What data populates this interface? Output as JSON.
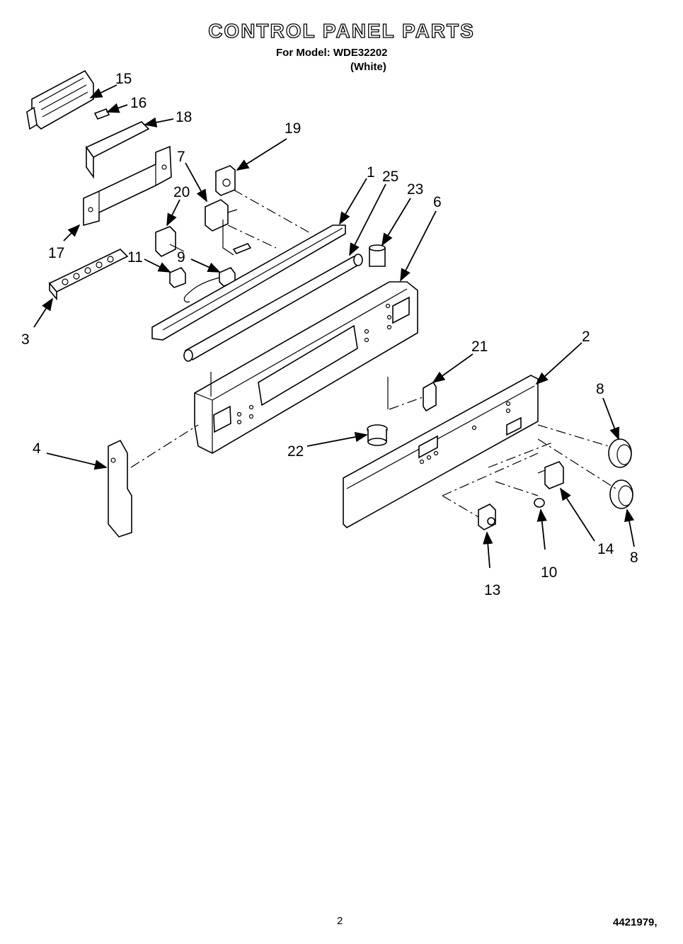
{
  "header": {
    "title": "CONTROL PANEL PARTS",
    "model_line": "For Model: WDE32202",
    "variant": "(White)"
  },
  "footer": {
    "page_number": "2",
    "document_code": "4421979,"
  },
  "callouts": {
    "c15": "15",
    "c16": "16",
    "c18": "18",
    "c19": "19",
    "c7": "7",
    "c1": "1",
    "c25": "25",
    "c23": "23",
    "c6": "6",
    "c20": "20",
    "c17": "17",
    "c11": "11",
    "c9": "9",
    "c3": "3",
    "c21": "21",
    "c2": "2",
    "c8a": "8",
    "c4": "4",
    "c22": "22",
    "c14": "14",
    "c8b": "8",
    "c10": "10",
    "c13": "13"
  }
}
